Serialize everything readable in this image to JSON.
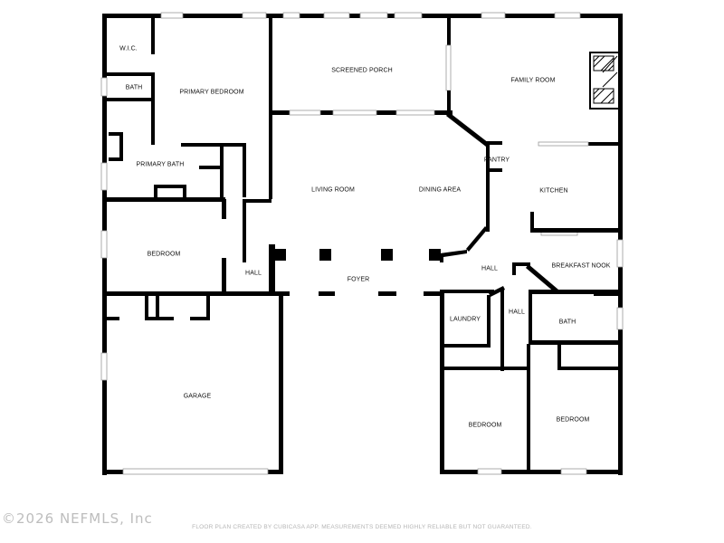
{
  "rooms": {
    "wic": "W.I.C.",
    "bath_primary_small": "BATH",
    "primary_bedroom": "PRIMARY BEDROOM",
    "screened_porch": "SCREENED PORCH",
    "family_room": "FAMILY ROOM",
    "pantry": "PANTRY",
    "primary_bath": "PRIMARY BATH",
    "living_room": "LIVING ROOM",
    "dining_area": "DINING AREA",
    "kitchen": "KITCHEN",
    "bedroom_west": "BEDROOM",
    "hall_west": "HALL",
    "foyer": "FOYER",
    "hall_east": "HALL",
    "breakfast_nook": "BREAKFAST NOOK",
    "laundry": "LAUNDRY",
    "hall_small": "HALL",
    "bath_east": "BATH",
    "garage": "GARAGE",
    "bedroom_south_1": "BEDROOM",
    "bedroom_south_2": "BEDROOM"
  },
  "footer": {
    "watermark": "©2026 NEFMLS, Inc",
    "disclaimer": "FLOOR PLAN CREATED BY CUBICASA APP. MEASUREMENTS DEEMED HIGHLY RELIABLE BUT NOT GUARANTEED."
  }
}
